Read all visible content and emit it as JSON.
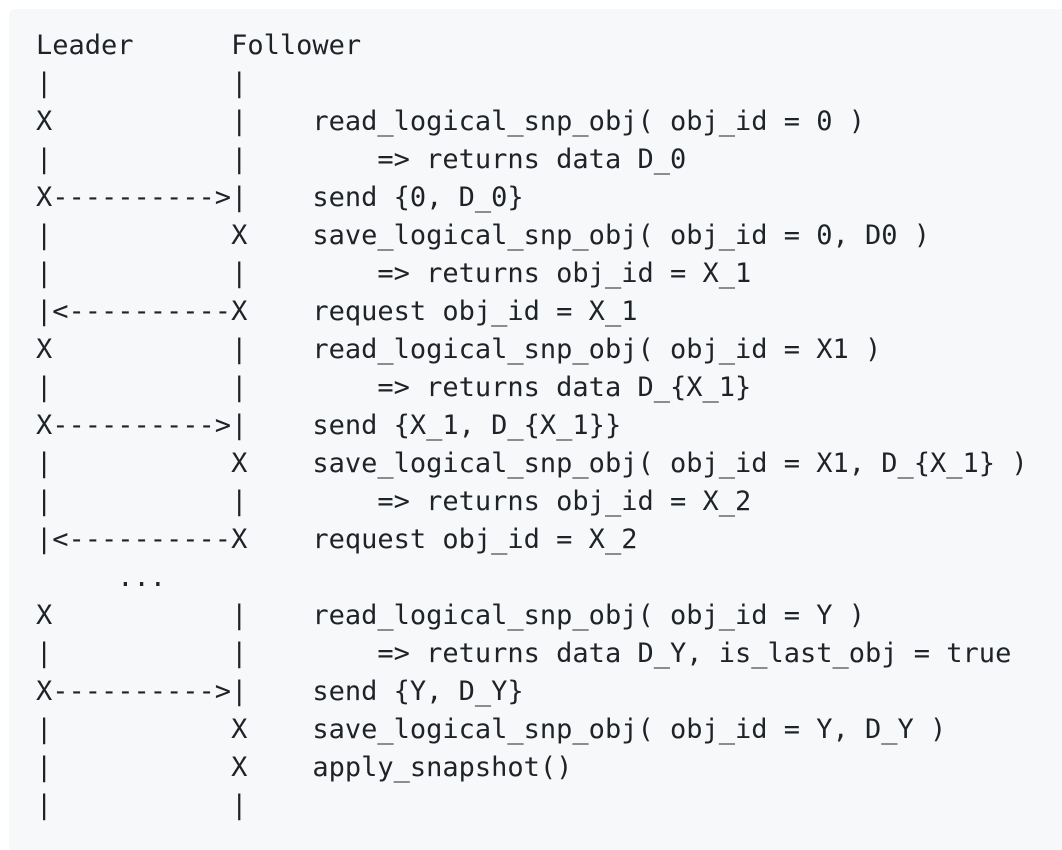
{
  "page": {
    "background": "#ffffff"
  },
  "code_block": {
    "background": "#f6f8fa",
    "text_color": "#1f2328",
    "actors": [
      "Leader",
      "Follower"
    ],
    "lines": [
      "Leader      Follower",
      "|           |",
      "X           |    read_logical_snp_obj( obj_id = 0 )",
      "|           |        => returns data D_0",
      "X---------->|    send {0, D_0}",
      "|           X    save_logical_snp_obj( obj_id = 0, D0 )",
      "|           |        => returns obj_id = X_1",
      "|<----------X    request obj_id = X_1",
      "X           |    read_logical_snp_obj( obj_id = X1 )",
      "|           |        => returns data D_{X_1}",
      "X---------->|    send {X_1, D_{X_1}}",
      "|           X    save_logical_snp_obj( obj_id = X1, D_{X_1} )",
      "|           |        => returns obj_id = X_2",
      "|<----------X    request obj_id = X_2",
      "     ...",
      "X           |    read_logical_snp_obj( obj_id = Y )",
      "|           |        => returns data D_Y, is_last_obj = true",
      "X---------->|    send {Y, D_Y}",
      "|           X    save_logical_snp_obj( obj_id = Y, D_Y )",
      "|           X    apply_snapshot()",
      "|           |"
    ]
  }
}
